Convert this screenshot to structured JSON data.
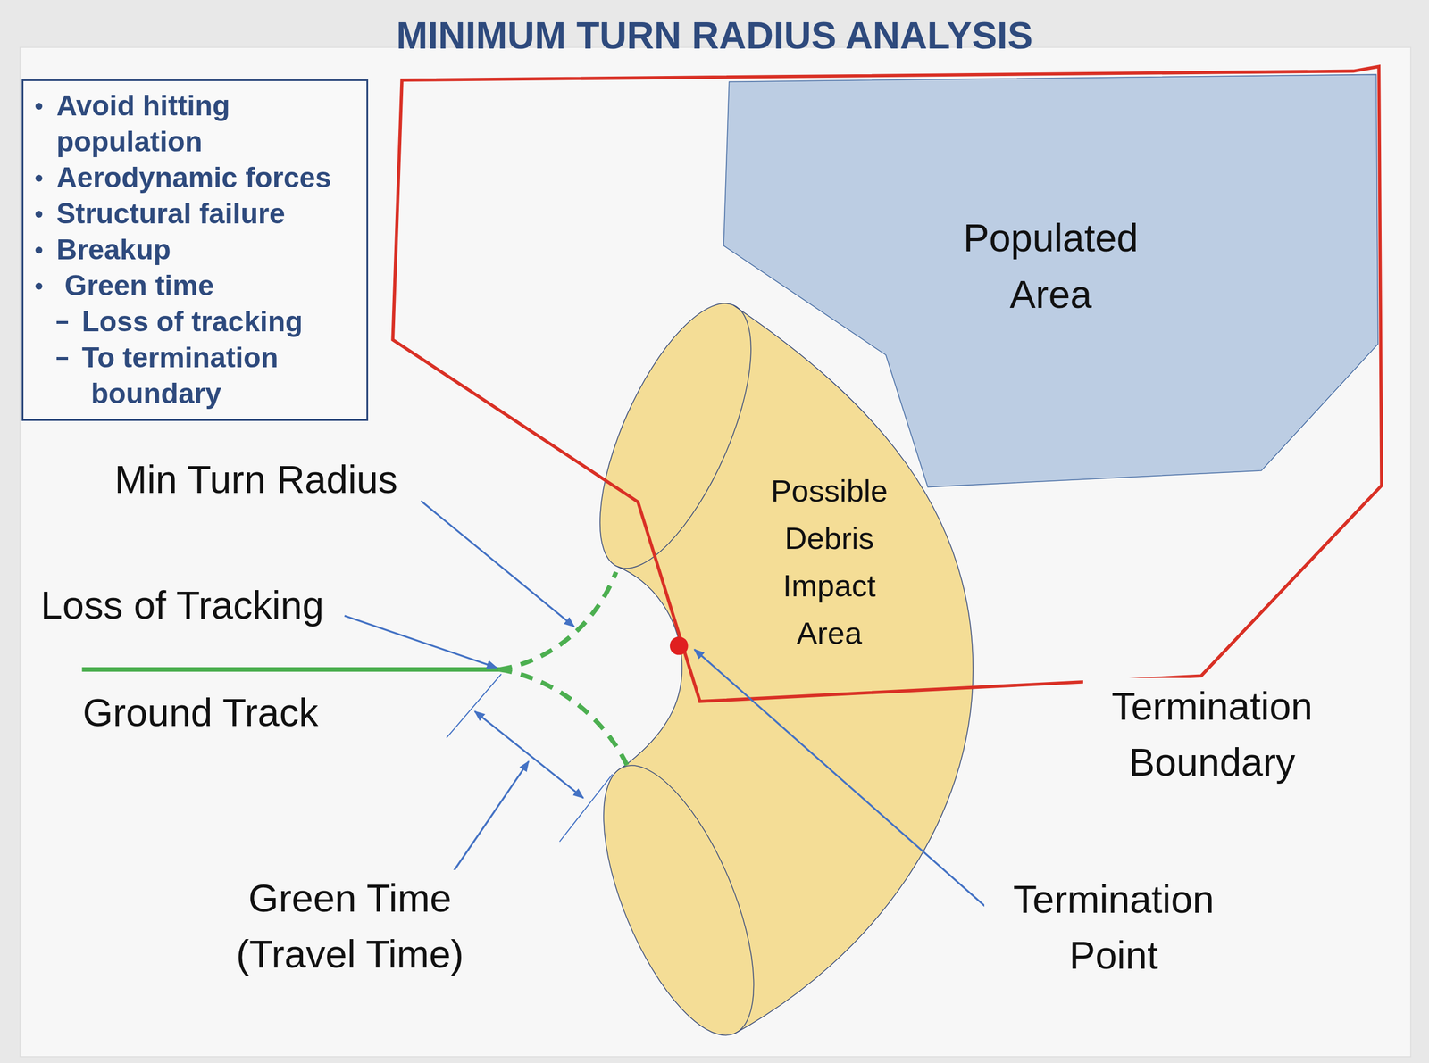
{
  "diagram": {
    "title": "MINIMUM TURN RADIUS ANALYSIS",
    "nodes": [
      {
        "text": [
          "Avoid hitting population",
          "Aerodynamic forces",
          "Structural failure",
          "Breakup",
          "Green time",
          "Loss of tracking",
          "To termination boundary"
        ]
      },
      {
        "text": [
          "Populated Area"
        ]
      },
      {
        "text": [
          "Possible Debris Impact Area"
        ]
      }
    ],
    "labels": [
      "Min Turn Radius",
      "Loss of Tracking",
      "Ground Track",
      "Green Time (Travel Time)",
      "Termination Boundary",
      "Termination Point"
    ]
  }
}
